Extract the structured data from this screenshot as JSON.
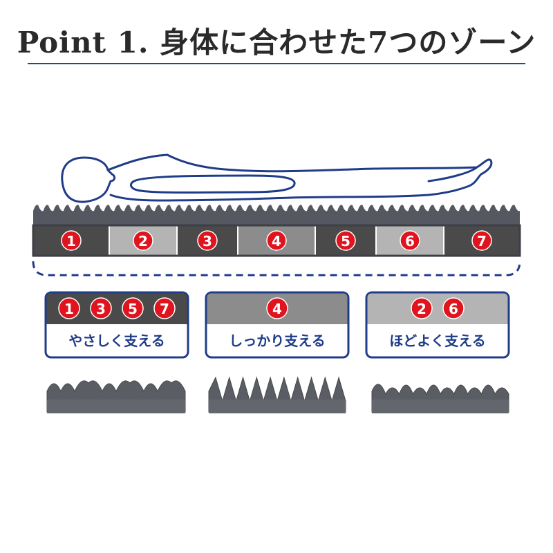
{
  "title": "Point 1. 身体に合わせた7つのゾーン",
  "colors": {
    "navy": "#1f3c88",
    "zone_dark": "#4a4a4a",
    "zone_light": "#b4b4b4",
    "zone_mid": "#8c8c8c",
    "badge_red": "#e0141e",
    "foam": "#5a5d63"
  },
  "zones": [
    {
      "number": "1",
      "tone": "dark"
    },
    {
      "number": "2",
      "tone": "light"
    },
    {
      "number": "3",
      "tone": "dark"
    },
    {
      "number": "4",
      "tone": "mid"
    },
    {
      "number": "5",
      "tone": "dark"
    },
    {
      "number": "6",
      "tone": "light"
    },
    {
      "number": "7",
      "tone": "dark"
    }
  ],
  "groups": [
    {
      "numbers": [
        "1",
        "3",
        "5",
        "7"
      ],
      "label": "やさしく支える",
      "tone": "dark"
    },
    {
      "numbers": [
        "4"
      ],
      "label": "しっかり支える",
      "tone": "mid"
    },
    {
      "numbers": [
        "2",
        "6"
      ],
      "label": "ほどよく支える",
      "tone": "light"
    }
  ]
}
